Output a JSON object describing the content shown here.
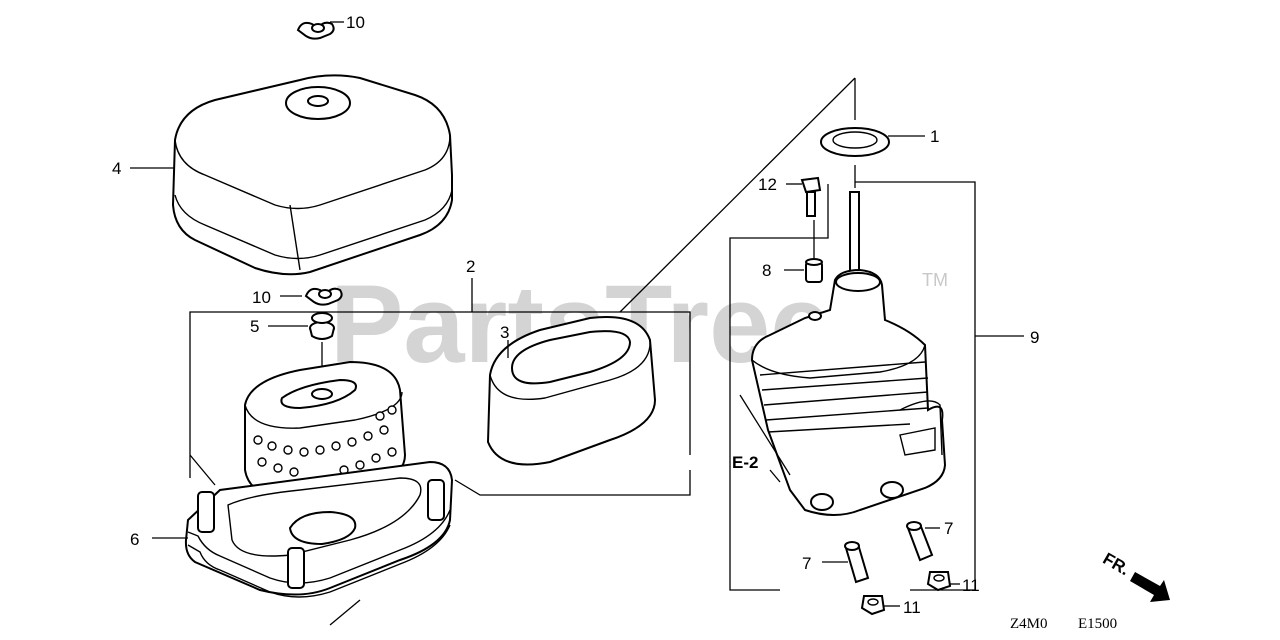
{
  "watermark": {
    "text": "PartsTree",
    "tm": "TM"
  },
  "callouts": [
    {
      "id": "c10a",
      "text": "10"
    },
    {
      "id": "c4",
      "text": "4"
    },
    {
      "id": "c2",
      "text": "2"
    },
    {
      "id": "c10b",
      "text": "10"
    },
    {
      "id": "c5",
      "text": "5"
    },
    {
      "id": "c3",
      "text": "3"
    },
    {
      "id": "c6",
      "text": "6"
    },
    {
      "id": "c1",
      "text": "1"
    },
    {
      "id": "c12",
      "text": "12"
    },
    {
      "id": "c8",
      "text": "8"
    },
    {
      "id": "c9",
      "text": "9"
    },
    {
      "id": "c7a",
      "text": "7"
    },
    {
      "id": "c7b",
      "text": "7"
    },
    {
      "id": "c11a",
      "text": "11"
    },
    {
      "id": "c11b",
      "text": "11"
    }
  ],
  "ref_label": "E-2",
  "direction_label": "FR.",
  "diagram_codes": {
    "left": "Z4M0",
    "right": "E1500"
  }
}
